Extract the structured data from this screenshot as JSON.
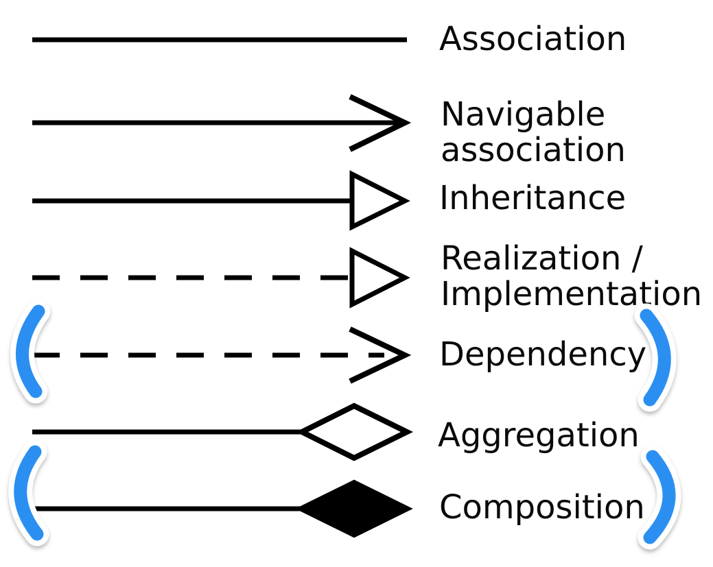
{
  "colors": {
    "line": "#000000",
    "text": "#0a0a0a",
    "bracket_blue": "#2b8ff2",
    "bracket_outline": "#ffffff",
    "background": "#ffffff"
  },
  "legend": {
    "items": [
      {
        "id": "association",
        "label": "Association",
        "line_style": "solid",
        "marker": "none",
        "highlighted": false
      },
      {
        "id": "navigable-association",
        "label": "Navigable association",
        "label_lines": [
          "Navigable",
          "association"
        ],
        "line_style": "solid",
        "marker": "open-arrow",
        "highlighted": false
      },
      {
        "id": "inheritance",
        "label": "Inheritance",
        "line_style": "solid",
        "marker": "hollow-triangle",
        "highlighted": false
      },
      {
        "id": "realization-implementation",
        "label": "Realization / Implementation",
        "label_lines": [
          "Realization /",
          "Implementation"
        ],
        "line_style": "dashed",
        "marker": "hollow-triangle",
        "highlighted": false
      },
      {
        "id": "dependency",
        "label": "Dependency",
        "line_style": "dashed",
        "marker": "open-arrow",
        "highlighted": true
      },
      {
        "id": "aggregation",
        "label": "Aggregation",
        "line_style": "solid",
        "marker": "hollow-diamond",
        "highlighted": false
      },
      {
        "id": "composition",
        "label": "Composition",
        "line_style": "solid",
        "marker": "filled-diamond",
        "highlighted": true
      }
    ]
  },
  "annotations": {
    "highlight_brackets": {
      "shape": "parenthesis-pair",
      "color": "#2b8ff2",
      "outline_color": "#ffffff",
      "applied_to": [
        "dependency",
        "composition"
      ]
    }
  }
}
